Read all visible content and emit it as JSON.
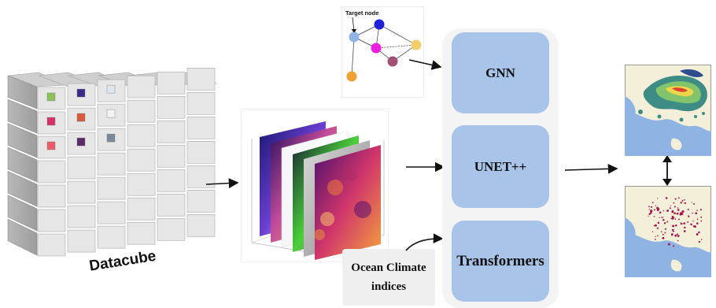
{
  "diagram": {
    "datacube_label": "Datacube",
    "graph_label": "Target node",
    "ocean_indices": {
      "line1": "Ocean Climate",
      "line2": "indices"
    },
    "models": [
      {
        "label": "GNN"
      },
      {
        "label": "UNET++"
      },
      {
        "label": "Transformers"
      }
    ],
    "colors": {
      "model_box": "#a8c4e8",
      "panel": "#f4f4f4",
      "cube_face": "#e6e6e6",
      "map_land": "#f3efd9",
      "map_sea": "#8fb4e4",
      "graph_nodes": [
        "#8fb4e4",
        "#1f1fd6",
        "#f2cf6a",
        "#ee1ee0",
        "#a24f74",
        "#f0a034"
      ]
    }
  }
}
